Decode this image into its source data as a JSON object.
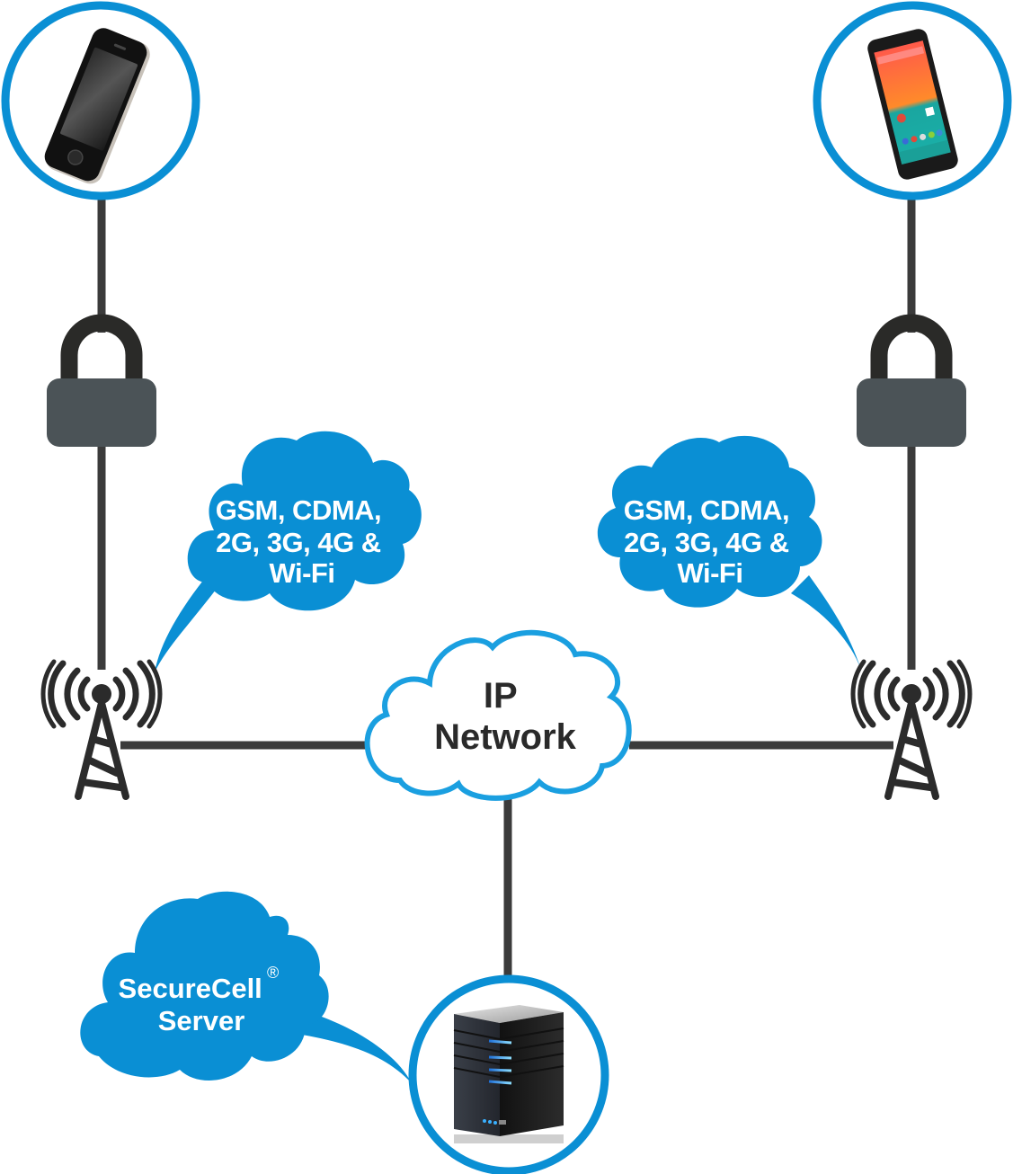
{
  "colors": {
    "accent_blue": "#0a8fd4",
    "cloud_outline": "#1a9fe0",
    "line_dark": "#3b3b3b",
    "lock_body": "#4b5357",
    "lock_shackle": "#2a2a28",
    "tower": "#2b2b2b",
    "text_dark": "#2a2a2a",
    "text_light": "#ffffff"
  },
  "devices": {
    "left_phone": {
      "icon": "smartphone-icon",
      "label": "iPhone-style smartphone"
    },
    "right_phone": {
      "icon": "android-phone-icon",
      "label": "Android smartphone"
    },
    "server": {
      "icon": "server-icon",
      "label": "SecureCell server"
    }
  },
  "clouds": {
    "left_network": {
      "lines": [
        "GSM, CDMA,",
        "2G, 3G, 4G &",
        "Wi-Fi"
      ]
    },
    "right_network": {
      "lines": [
        "GSM, CDMA,",
        "2G, 3G, 4G &",
        "Wi-Fi"
      ]
    },
    "ip_network": {
      "lines": [
        "IP",
        "Network"
      ]
    },
    "server_cloud": {
      "lines": [
        "SecureCell",
        "Server"
      ],
      "mark": "®"
    }
  },
  "icons": {
    "lock": "padlock-icon",
    "tower": "cell-tower-icon"
  }
}
